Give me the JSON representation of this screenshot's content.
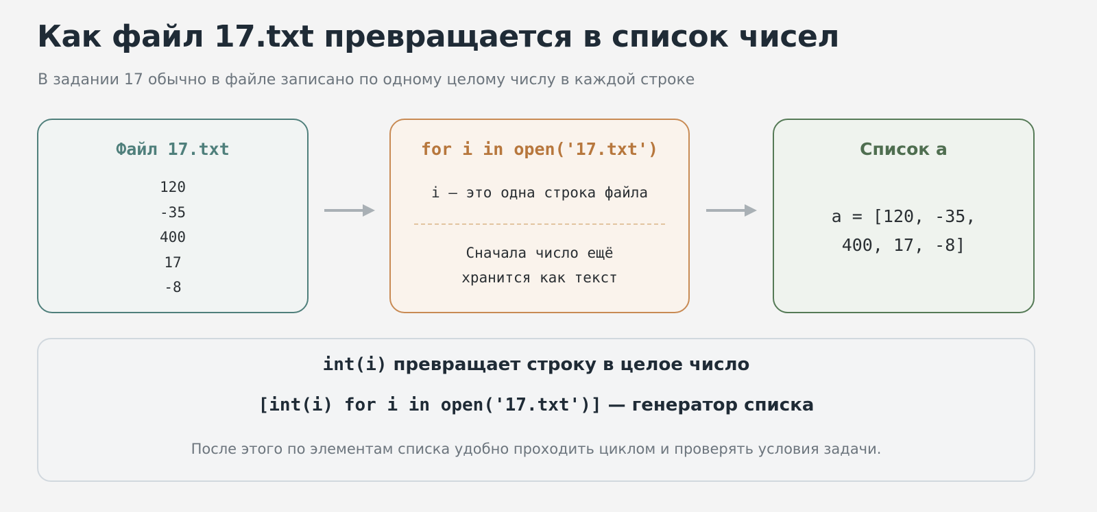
{
  "title": "Как файл 17.txt превращается в список чисел",
  "subtitle": "В задании 17 обычно в файле записано по одному целому числу в каждой строке",
  "file_card": {
    "title": "Файл 17.txt",
    "lines": [
      "120",
      "-35",
      "400",
      "17",
      "-8"
    ]
  },
  "loop_card": {
    "title": "for i in open('17.txt')",
    "description": "i — это одна строка файла",
    "note_line1": "Сначала число ещё",
    "note_line2": "хранится как текст"
  },
  "list_card": {
    "title": "Список a",
    "value_line1": "a = [120, -35,",
    "value_line2": "400, 17, -8]"
  },
  "bottom": {
    "line1_code": "int(i)",
    "line1_text": " превращает строку в целое число",
    "line2_code": "[int(i) for i in open('17.txt')]",
    "line2_text": " — генератор списка",
    "line3": "После этого по элементам списка удобно проходить циклом и проверять условия задачи."
  },
  "colors": {
    "file_accent": "#4f7f7b",
    "loop_accent": "#c88a53",
    "list_accent": "#557a56",
    "arrow": "#a9b0b5"
  },
  "icons": [
    "arrow-right-icon",
    "arrow-right-icon"
  ]
}
